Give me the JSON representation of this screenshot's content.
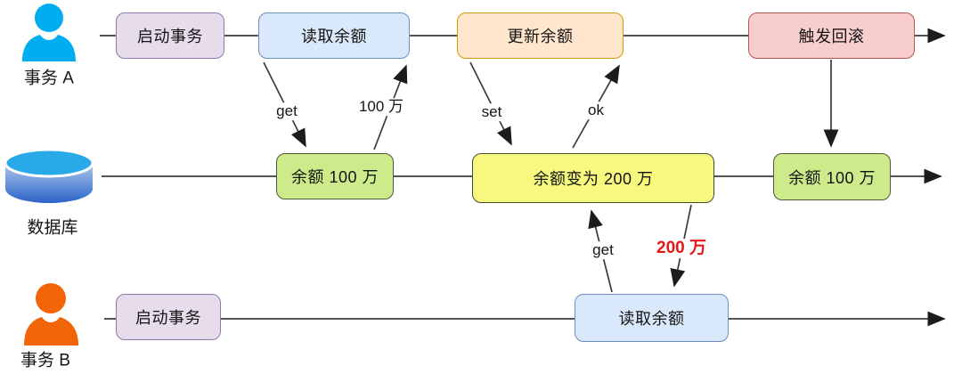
{
  "actors": {
    "a": {
      "label": "事务 A",
      "icon": "person-icon"
    },
    "db": {
      "label": "数据库",
      "icon": "database-icon"
    },
    "b": {
      "label": "事务 B",
      "icon": "person-icon"
    }
  },
  "nodes": {
    "start_a": {
      "label": "启动事务"
    },
    "read_a": {
      "label": "读取余额"
    },
    "update_a": {
      "label": "更新余额"
    },
    "rollback_a": {
      "label": "触发回滚"
    },
    "db_balance_100_before": {
      "label": "余额 100 万"
    },
    "db_balance_200": {
      "label": "余额变为 200 万"
    },
    "db_balance_100_after": {
      "label": "余额 100 万"
    },
    "start_b": {
      "label": "启动事务"
    },
    "read_b": {
      "label": "读取余额"
    }
  },
  "edge_labels": {
    "get_a": "get",
    "result_a": "100 万",
    "set_a": "set",
    "ok_a": "ok",
    "get_b": "get",
    "result_b": "200 万"
  },
  "colors": {
    "purple": {
      "fill": "#E7DCEC",
      "stroke": "#9178A8"
    },
    "blue": {
      "fill": "#DAE8FC",
      "stroke": "#6C8EBF"
    },
    "orange": {
      "fill": "#FFE6CC",
      "stroke": "#D79B00"
    },
    "red": {
      "fill": "#F8CECC",
      "stroke": "#B85450"
    },
    "lime": {
      "fill": "#CDEB8B",
      "stroke": "#50592F"
    },
    "yellow": {
      "fill": "#F7F97E",
      "stroke": "#4A4A3A"
    },
    "highlight_text": "#E81717",
    "person_a": "#00AEEF",
    "person_b": "#F26408",
    "database_top": "#29A9E8",
    "line": "#3B3B3B"
  }
}
